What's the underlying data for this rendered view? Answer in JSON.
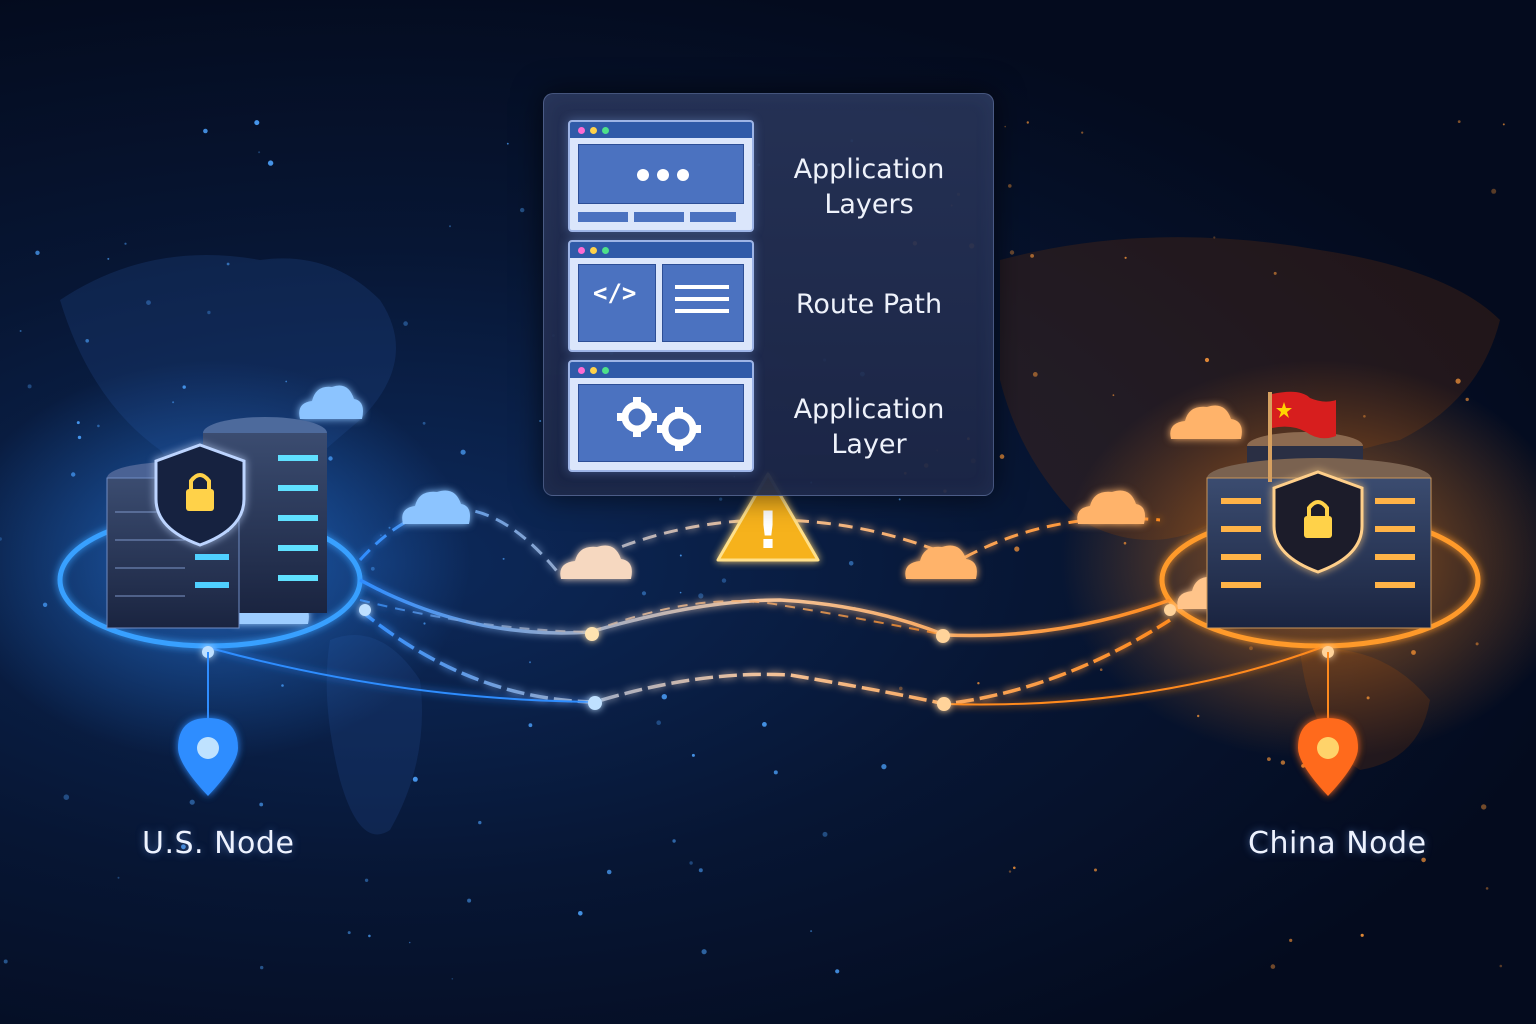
{
  "nodes": {
    "us": {
      "label": "U.S. Node",
      "color": "#2f8dff"
    },
    "china": {
      "label": "China Node",
      "color": "#ff8a1e"
    }
  },
  "panel": {
    "layers": [
      {
        "label": "Application Layers",
        "icon": "window-dots-icon"
      },
      {
        "label": "Route Path",
        "icon": "code-icon"
      },
      {
        "label": "Application Layer",
        "icon": "gears-icon"
      }
    ]
  },
  "warning": {
    "icon": "warning-icon",
    "symbol": "!"
  },
  "colors": {
    "blue": "#2f8dff",
    "orange": "#ff8a1e",
    "background": "#040b1e",
    "warning": "#f6b21a"
  }
}
